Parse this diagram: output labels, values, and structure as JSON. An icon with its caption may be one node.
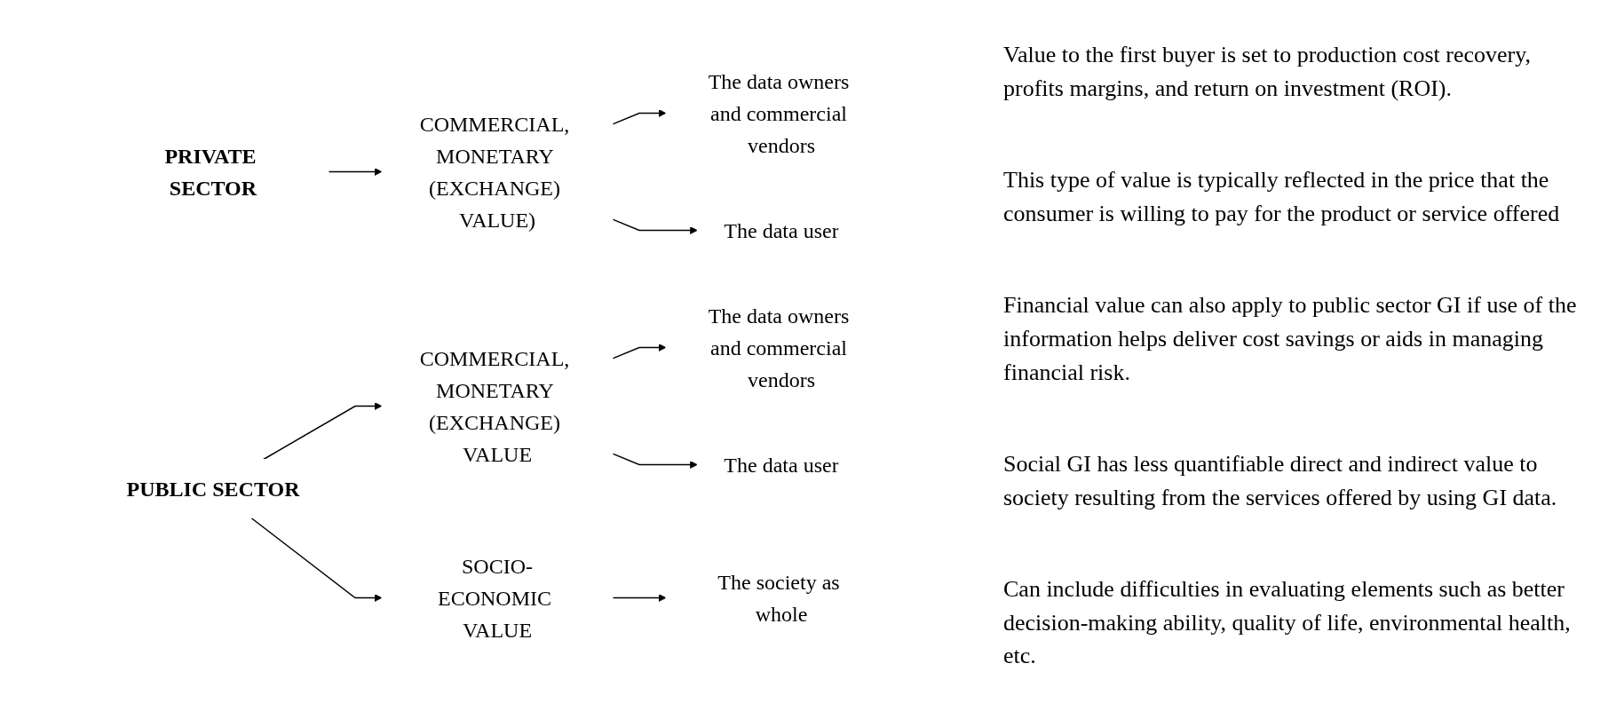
{
  "diagram": {
    "nodes": [
      {
        "text": [
          "PRIVATE SECTOR"
        ]
      },
      {
        "text": [
          "COMMERCIAL, MONETARY (EXCHANGE) VALUE)"
        ]
      },
      {
        "text": [
          "The data owners and commercial vendors"
        ]
      },
      {
        "text": [
          "The data user"
        ]
      },
      {
        "text": [
          "PUBLIC SECTOR"
        ]
      },
      {
        "text": [
          "COMMERCIAL, MONETARY (EXCHANGE) VALUE"
        ]
      },
      {
        "text": [
          "The data owners and commercial vendors"
        ]
      },
      {
        "text": [
          "The data user"
        ]
      },
      {
        "text": [
          "SOCIO-ECONOMIC VALUE"
        ]
      },
      {
        "text": [
          "The society as whole"
        ]
      }
    ],
    "edges": [
      {
        "from": 0,
        "to": 1,
        "arrow": "to"
      },
      {
        "from": 1,
        "to": 2,
        "arrow": "to"
      },
      {
        "from": 1,
        "to": 3,
        "arrow": "to"
      },
      {
        "from": 4,
        "to": 5,
        "arrow": "to"
      },
      {
        "from": 5,
        "to": 6,
        "arrow": "to"
      },
      {
        "from": 5,
        "to": 7,
        "arrow": "to"
      },
      {
        "from": 4,
        "to": 8,
        "arrow": "to"
      },
      {
        "from": 8,
        "to": 9,
        "arrow": "to"
      }
    ],
    "labels": [
      "Value to the first buyer is set to production cost recovery, profits margins, and return on investment (ROI).",
      "This type of value is typically reflected in the price that the consumer is willing to pay for the product or service offered",
      "Financial value can also apply to public sector GI if use of the information helps deliver cost savings or aids in managing financial risk.",
      "Social GI has less quantifiable direct and indirect value to society resulting from the services offered by using GI data.",
      "Can include difficulties in evaluating elements such as better decision-making ability, quality of life, environmental health, etc."
    ]
  }
}
